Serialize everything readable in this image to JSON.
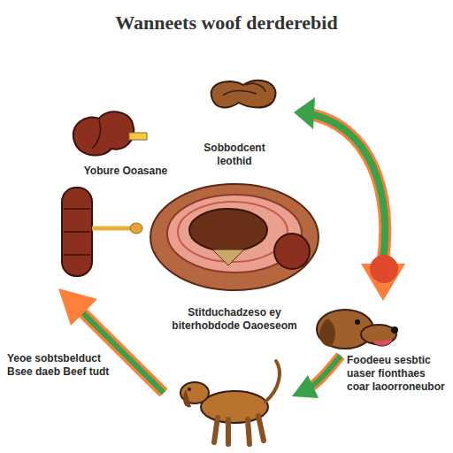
{
  "diagram": {
    "title": "Wanneets woof derderebid",
    "labels": [
      "Sobbodcent leothid",
      "Yobure Ooasane",
      "Stitduchadzeso ey biterhobdode Oaoeseom",
      "Yeoe sobtsbelduct Bsee daeb Beef tudt",
      "Foodeeu sesbtic uaser fionthaes coar Iaoorroneubor"
    ]
  }
}
